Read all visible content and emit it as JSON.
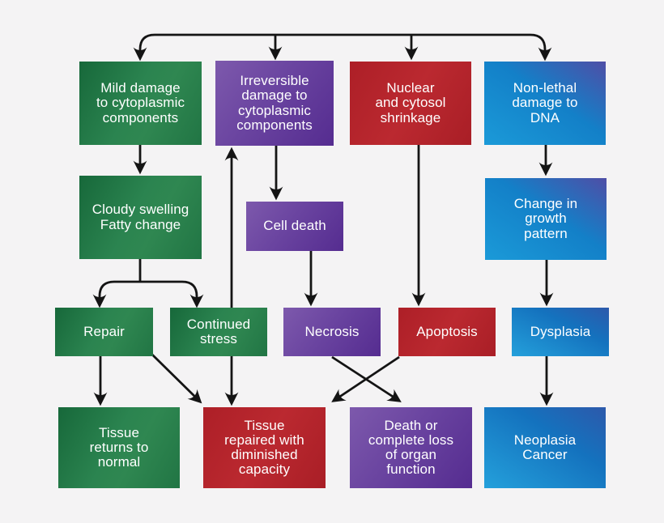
{
  "diagram": {
    "description": "Cell injury outcomes flowchart",
    "colors": {
      "background": "#f4f3f4",
      "green": "#2b8450",
      "purple": "#6a44a0",
      "red": "#b2212a",
      "blue": "#1380c8",
      "blue_corner_violet": "#4f4ea6",
      "arrow": "#141414",
      "text": "#ffffff"
    },
    "nodes": {
      "mild_damage": {
        "label": "Mild damage\nto cytoplasmic\ncomponents",
        "color": "green"
      },
      "irreversible_damage": {
        "label": "Irreversible\ndamage to\ncytoplasmic\ncomponents",
        "color": "purple"
      },
      "nuclear_shrinkage": {
        "label": "Nuclear\nand cytosol\nshrinkage",
        "color": "red"
      },
      "non_lethal_dna": {
        "label": "Non-lethal\ndamage to\nDNA",
        "color": "blue"
      },
      "cloudy_swelling": {
        "label": "Cloudy swelling\nFatty change",
        "color": "green"
      },
      "cell_death": {
        "label": "Cell death",
        "color": "purple"
      },
      "change_growth": {
        "label": "Change in\ngrowth\npattern",
        "color": "blue"
      },
      "repair": {
        "label": "Repair",
        "color": "green"
      },
      "continued_stress": {
        "label": "Continued\nstress",
        "color": "green"
      },
      "necrosis": {
        "label": "Necrosis",
        "color": "purple"
      },
      "apoptosis": {
        "label": "Apoptosis",
        "color": "red"
      },
      "dysplasia": {
        "label": "Dysplasia",
        "color": "blue"
      },
      "tissue_normal": {
        "label": "Tissue\nreturns to\nnormal",
        "color": "green"
      },
      "tissue_repaired": {
        "label": "Tissue\nrepaired with\ndiminished\ncapacity",
        "color": "red"
      },
      "death_loss": {
        "label": "Death or\ncomplete loss\nof organ\nfunction",
        "color": "purple"
      },
      "neoplasia": {
        "label": "Neoplasia\nCancer",
        "color": "blue"
      }
    },
    "edges": [
      {
        "from": "top_branch_line",
        "to": "mild_damage"
      },
      {
        "from": "top_branch_line",
        "to": "irreversible_damage"
      },
      {
        "from": "top_branch_line",
        "to": "nuclear_shrinkage"
      },
      {
        "from": "top_branch_line",
        "to": "non_lethal_dna"
      },
      {
        "from": "mild_damage",
        "to": "cloudy_swelling"
      },
      {
        "from": "cloudy_swelling",
        "to": "repair"
      },
      {
        "from": "cloudy_swelling",
        "to": "continued_stress"
      },
      {
        "from": "continued_stress",
        "to": "irreversible_damage"
      },
      {
        "from": "continued_stress",
        "to": "tissue_repaired"
      },
      {
        "from": "irreversible_damage",
        "to": "cell_death"
      },
      {
        "from": "cell_death",
        "to": "necrosis"
      },
      {
        "from": "nuclear_shrinkage",
        "to": "apoptosis"
      },
      {
        "from": "non_lethal_dna",
        "to": "change_growth"
      },
      {
        "from": "change_growth",
        "to": "dysplasia"
      },
      {
        "from": "repair",
        "to": "tissue_normal"
      },
      {
        "from": "repair",
        "to": "tissue_repaired"
      },
      {
        "from": "apoptosis",
        "to": "tissue_repaired"
      },
      {
        "from": "necrosis",
        "to": "death_loss"
      },
      {
        "from": "dysplasia",
        "to": "neoplasia"
      }
    ]
  }
}
